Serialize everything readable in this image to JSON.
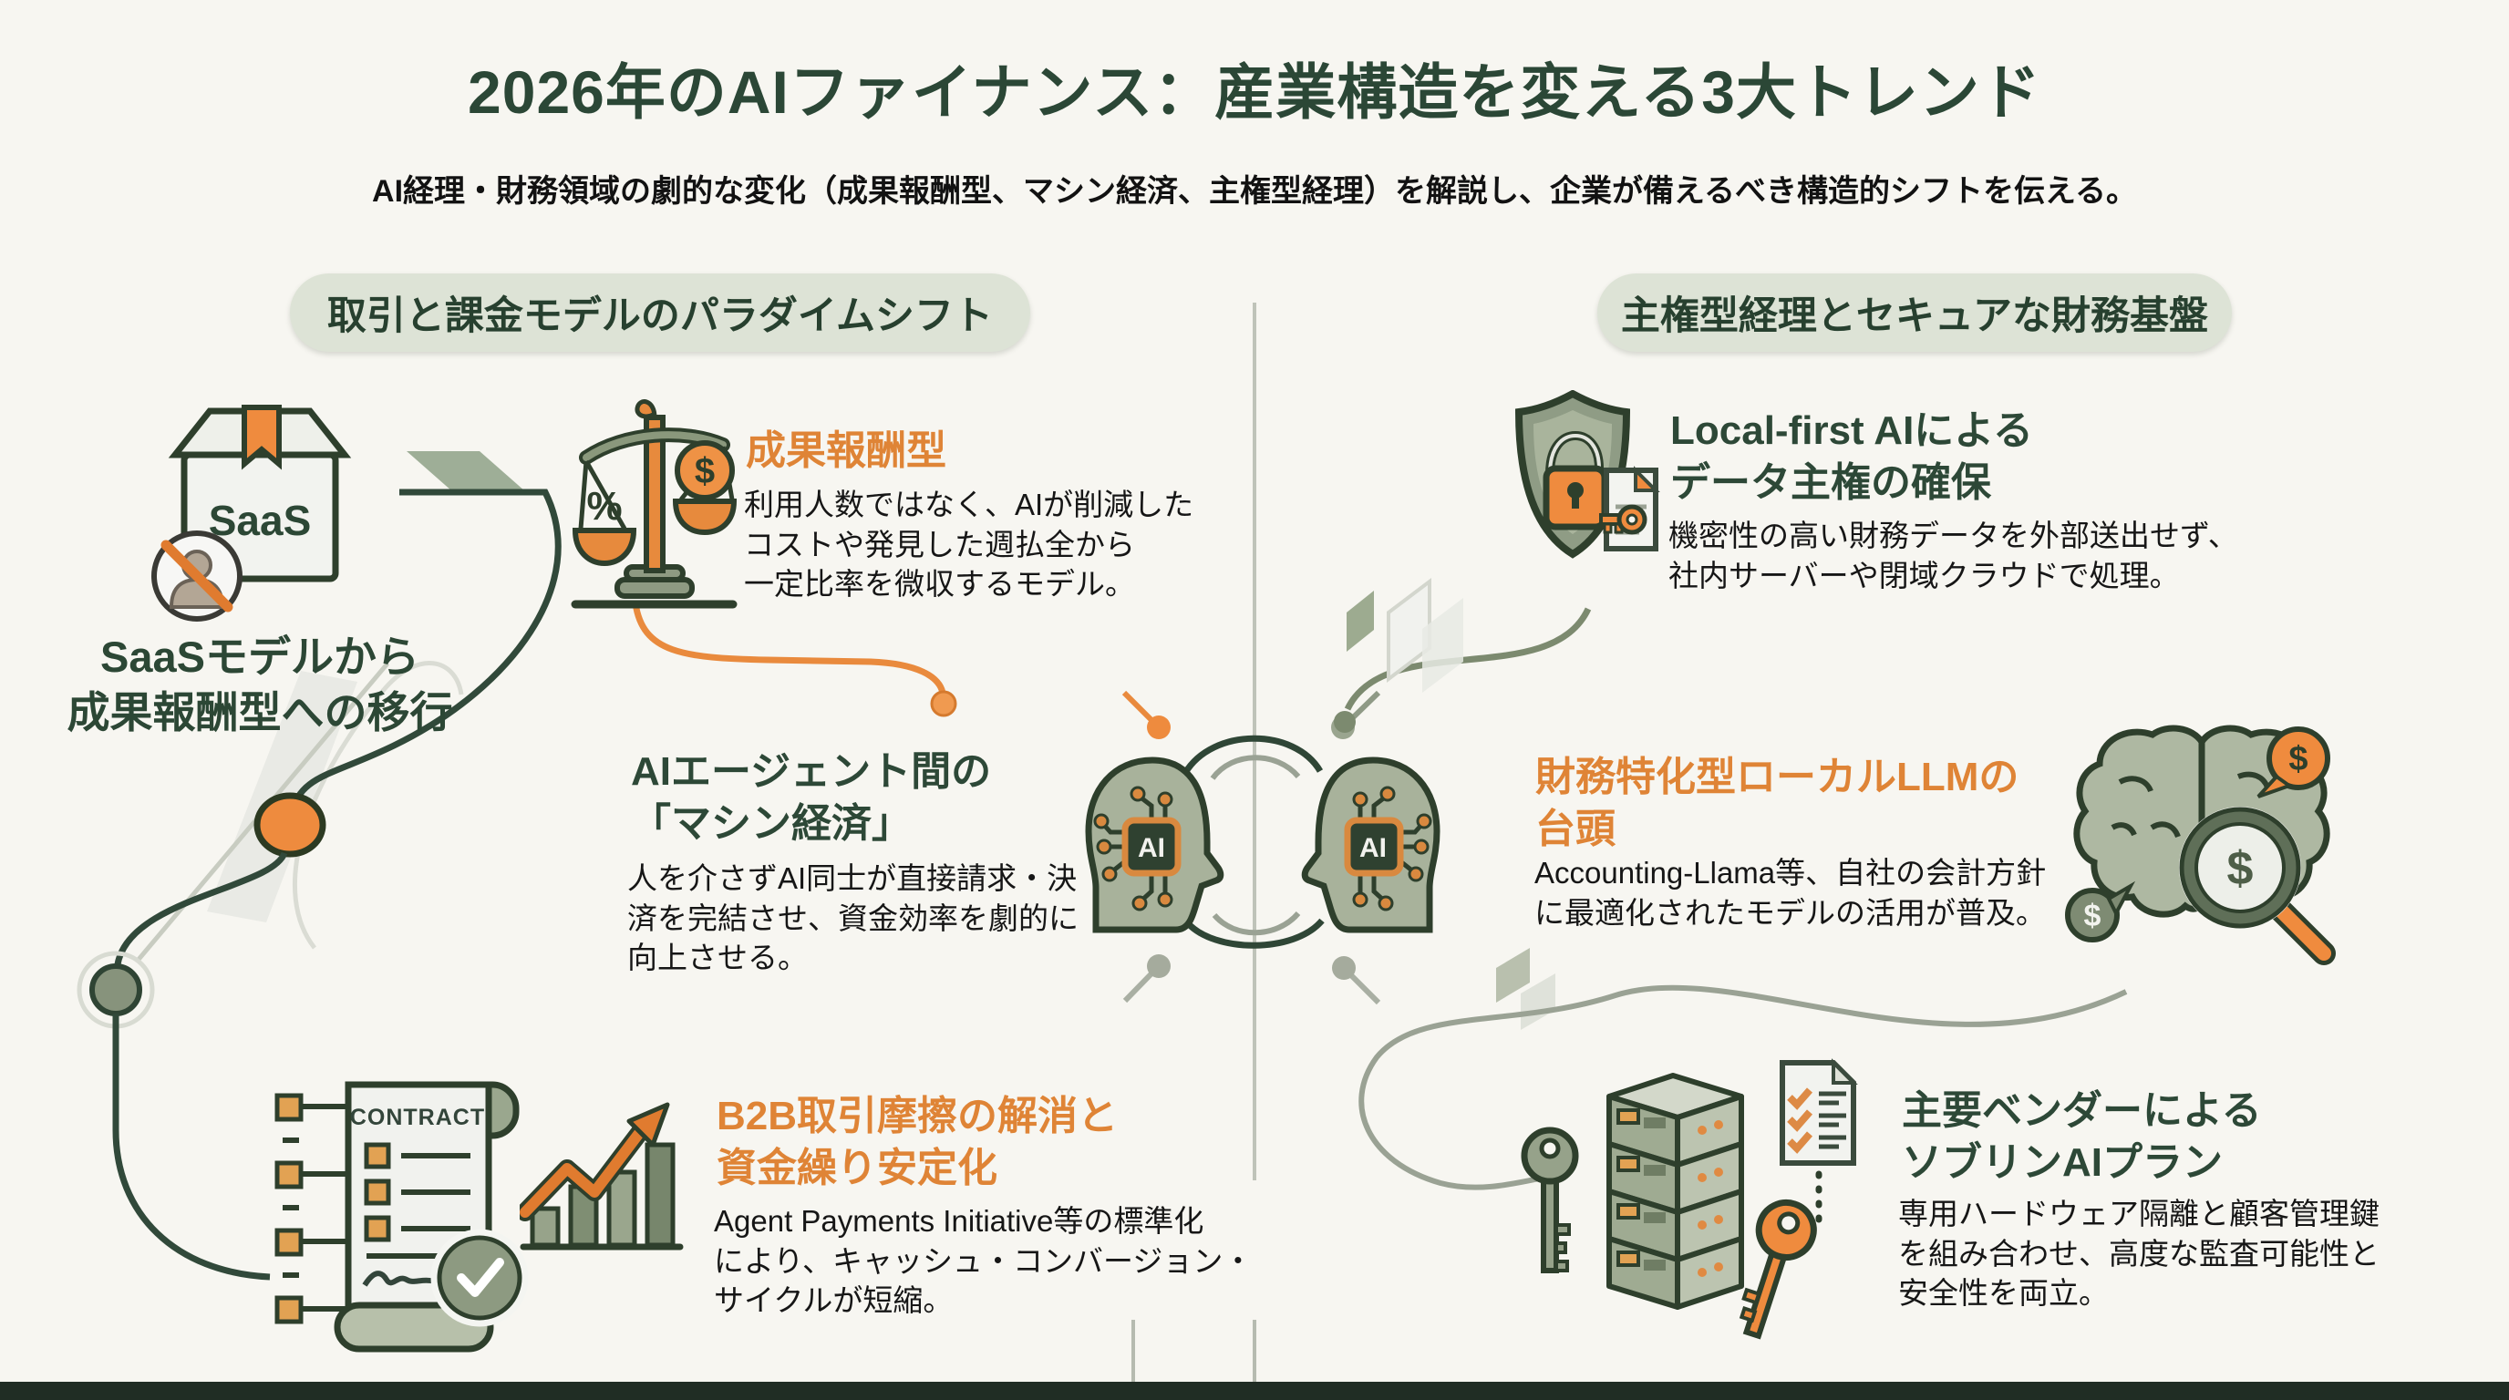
{
  "page": {
    "title": "2026年のAIファイナンス：産業構造を変える3大トレンド",
    "subtitle": "AI経理・財務領域の劇的な変化（成果報酬型、マシン経済、主権型経理）を解説し、企業が備えるべき構造的シフトを伝える。"
  },
  "left": {
    "badge": "取引と課金モデルのパラダイムシフト",
    "saas_box_label": "SaaS",
    "saas_caption": "SaaSモデルから\n成果報酬型への移行",
    "performance": {
      "heading": "成果報酬型",
      "body": "利用人数ではなく、AIが削減した\nコストや発見した週払全から\n一定比率を微収するモデル。"
    },
    "machine": {
      "heading": "AIエージェント間の\n「マシン経済」",
      "body": "人を介さずAI同士が直接請求・決\n済を完結させ、資金効率を劇的に\n向上させる。"
    },
    "b2b": {
      "heading": "B2B取引摩擦の解消と\n資金繰り安定化",
      "body": "Agent Payments Initiative等の標準化\nにより、キャッシュ・コンバージョン・\nサイクルが短縮。"
    },
    "contract_label": "CONTRACT"
  },
  "right": {
    "badge": "主権型経理とセキュアな財務基盤",
    "localfirst": {
      "heading": "Local-first AIによる\nデータ主権の確保",
      "body": "機密性の高い財務データを外部送出せず、\n社内サーバーや閉域クラウドで処理。"
    },
    "llm": {
      "heading": "財務特化型ローカルLLMの\n台頭",
      "body": "Accounting-Llama等、自社の会計方針\nに最適化されたモデルの活用が普及。"
    },
    "sovereign": {
      "heading": "主要ベンダーによる\nソブリンAIプラン",
      "body": "専用ハードウェア隔離と顧客管理鍵\nを組み合わせ、高度な監査可能性と\n安全性を両立。"
    }
  },
  "center": {
    "ai_chip_label": "AI"
  },
  "glyphs": {
    "dollar": "$",
    "percent": "%"
  },
  "colors": {
    "background": "#f7f6f1",
    "dark_green": "#2b4736",
    "orange": "#e78a3d",
    "sage": "#a8b29b",
    "badge_bg": "#dde3d6",
    "light_line": "#b6bbb0",
    "bottom_bar": "#202d24"
  }
}
